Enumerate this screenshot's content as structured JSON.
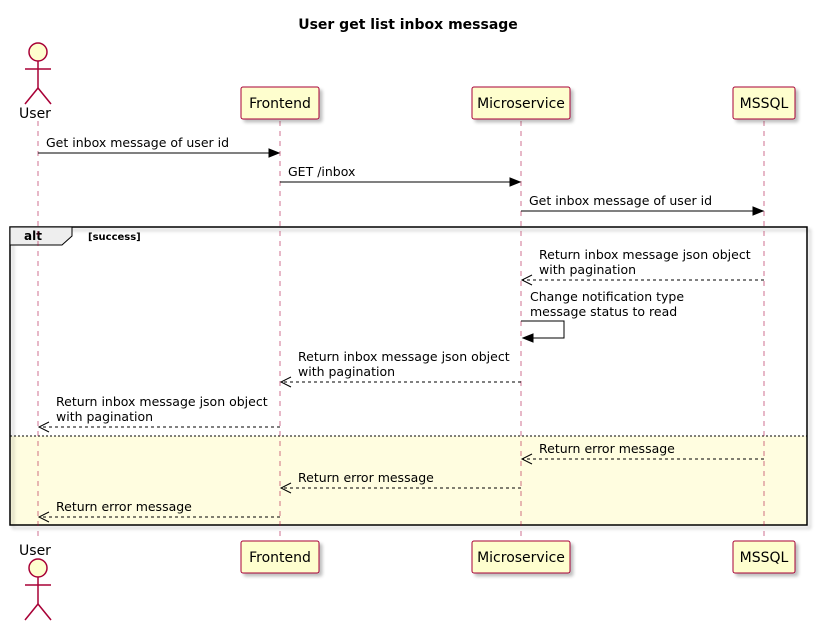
{
  "title": "User get list inbox message",
  "participants": [
    {
      "id": "user",
      "label": "User",
      "kind": "actor"
    },
    {
      "id": "frontend",
      "label": "Frontend",
      "kind": "participant"
    },
    {
      "id": "microservice",
      "label": "Microservice",
      "kind": "participant"
    },
    {
      "id": "mssql",
      "label": "MSSQL",
      "kind": "participant"
    }
  ],
  "messages": [
    {
      "from": "user",
      "to": "frontend",
      "dashed": false,
      "lines": [
        "Get inbox message of user id"
      ]
    },
    {
      "from": "frontend",
      "to": "microservice",
      "dashed": false,
      "lines": [
        "GET /inbox"
      ]
    },
    {
      "from": "microservice",
      "to": "mssql",
      "dashed": false,
      "lines": [
        "Get inbox message of user id"
      ]
    },
    {
      "from": "mssql",
      "to": "microservice",
      "dashed": true,
      "lines": [
        "Return inbox message json object",
        "with pagination"
      ]
    },
    {
      "from": "microservice",
      "to": "microservice",
      "dashed": false,
      "self": true,
      "lines": [
        "Change notification type",
        " message status to read"
      ]
    },
    {
      "from": "microservice",
      "to": "frontend",
      "dashed": true,
      "lines": [
        "Return inbox message json object",
        "with pagination"
      ]
    },
    {
      "from": "frontend",
      "to": "user",
      "dashed": true,
      "lines": [
        "Return inbox message json object",
        "with pagination"
      ]
    },
    {
      "from": "mssql",
      "to": "microservice",
      "dashed": true,
      "lines": [
        "Return error message"
      ]
    },
    {
      "from": "microservice",
      "to": "frontend",
      "dashed": true,
      "lines": [
        "Return error message"
      ]
    },
    {
      "from": "frontend",
      "to": "user",
      "dashed": true,
      "lines": [
        "Return error message"
      ]
    }
  ],
  "alt_fragment": {
    "label": "alt",
    "guard": "[success]",
    "else_fill": "#fffde0"
  },
  "colors": {
    "participant_fill": "#fefece",
    "participant_border": "#a80036",
    "actor_fill": "#fefece",
    "actor_border": "#a80036"
  }
}
